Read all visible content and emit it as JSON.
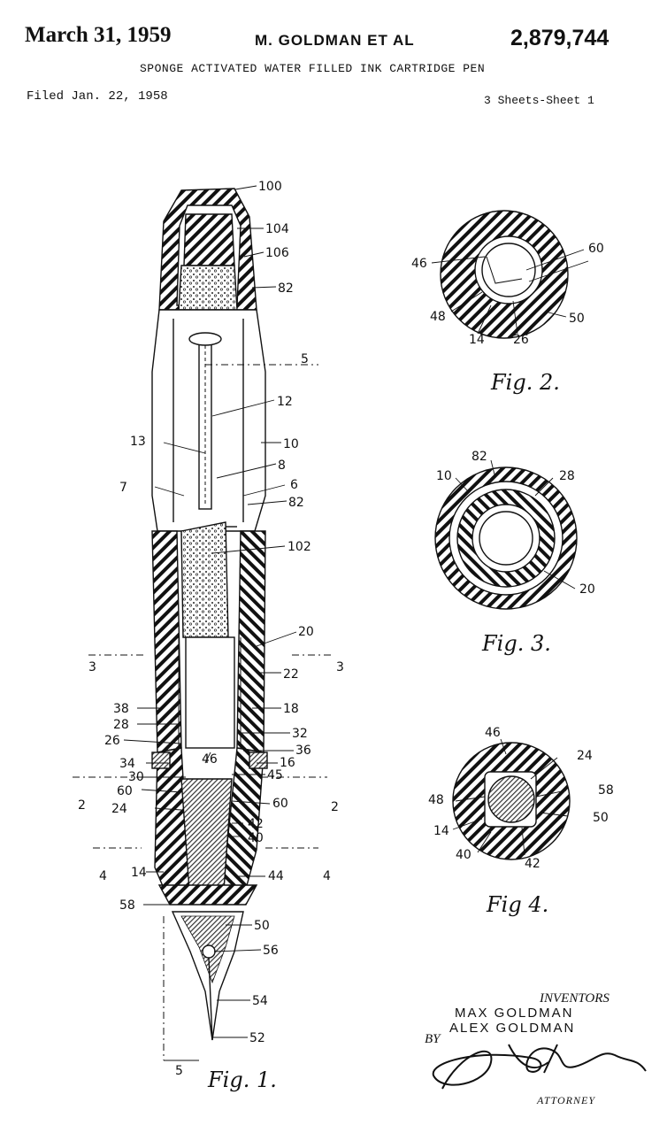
{
  "header": {
    "date": "March 31, 1959",
    "inventor_line": "M. GOLDMAN ET AL",
    "patent_number": "2,879,744",
    "title": "SPONGE ACTIVATED WATER FILLED INK CARTRIDGE PEN",
    "filed": "Filed Jan. 22, 1958",
    "sheets": "3 Sheets-Sheet 1"
  },
  "figures": {
    "fig1": {
      "caption": "Fig. 1.",
      "labels": [
        "100",
        "104",
        "106",
        "82",
        "5",
        "12",
        "13",
        "10",
        "8",
        "7",
        "6",
        "82",
        "102",
        "20",
        "3",
        "3",
        "22",
        "38",
        "18",
        "28",
        "32",
        "26",
        "36",
        "34",
        "16",
        "30",
        "46",
        "45",
        "60",
        "60",
        "2",
        "2",
        "24",
        "42",
        "40",
        "4",
        "4",
        "14",
        "44",
        "58",
        "50",
        "56",
        "54",
        "52",
        "5"
      ]
    },
    "fig2": {
      "caption": "Fig. 2.",
      "labels": [
        "46",
        "60",
        "48",
        "50",
        "14",
        "26"
      ]
    },
    "fig3": {
      "caption": "Fig. 3.",
      "labels": [
        "82",
        "28",
        "10",
        "20"
      ]
    },
    "fig4": {
      "caption": "Fig 4.",
      "labels": [
        "46",
        "24",
        "58",
        "48",
        "50",
        "14",
        "40",
        "42"
      ]
    }
  },
  "inventors": {
    "heading": "INVENTORS",
    "names": [
      "MAX GOLDMAN",
      "ALEX GOLDMAN"
    ],
    "by": "BY",
    "attorney": "ATTORNEY"
  }
}
